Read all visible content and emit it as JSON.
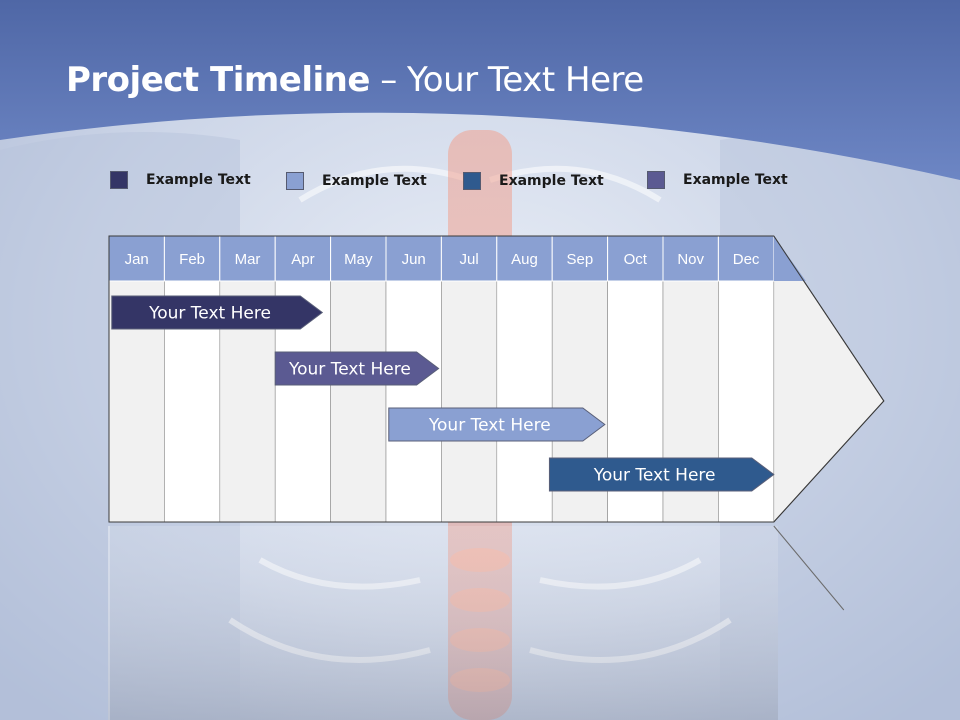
{
  "slide": {
    "title_bold": "Project Timeline",
    "title_rest": " – Your Text Here"
  },
  "legend": [
    {
      "label": "Example Text",
      "color": "#343566"
    },
    {
      "label": "Example Text",
      "color": "#8aa0d2"
    },
    {
      "label": "Example Text",
      "color": "#2f5a8e"
    },
    {
      "label": "Example Text",
      "color": "#5b5a92"
    }
  ],
  "timeline": {
    "months": [
      "Jan",
      "Feb",
      "Mar",
      "Apr",
      "May",
      "Jun",
      "Jul",
      "Aug",
      "Sep",
      "Oct",
      "Nov",
      "Dec"
    ],
    "header_color": "#8aa0d2",
    "tasks": [
      {
        "label": "Your  Text Here",
        "start_month": 0.05,
        "end_month": 3.85,
        "color": "#343566"
      },
      {
        "label": "Your  Text Here",
        "start_month": 3.0,
        "end_month": 5.95,
        "color": "#5b5a92"
      },
      {
        "label": "Your  Text Here",
        "start_month": 5.05,
        "end_month": 8.95,
        "color": "#8aa0d2"
      },
      {
        "label": "Your  Text Here",
        "start_month": 7.95,
        "end_month": 12.0,
        "color": "#2f5a8e"
      }
    ]
  }
}
